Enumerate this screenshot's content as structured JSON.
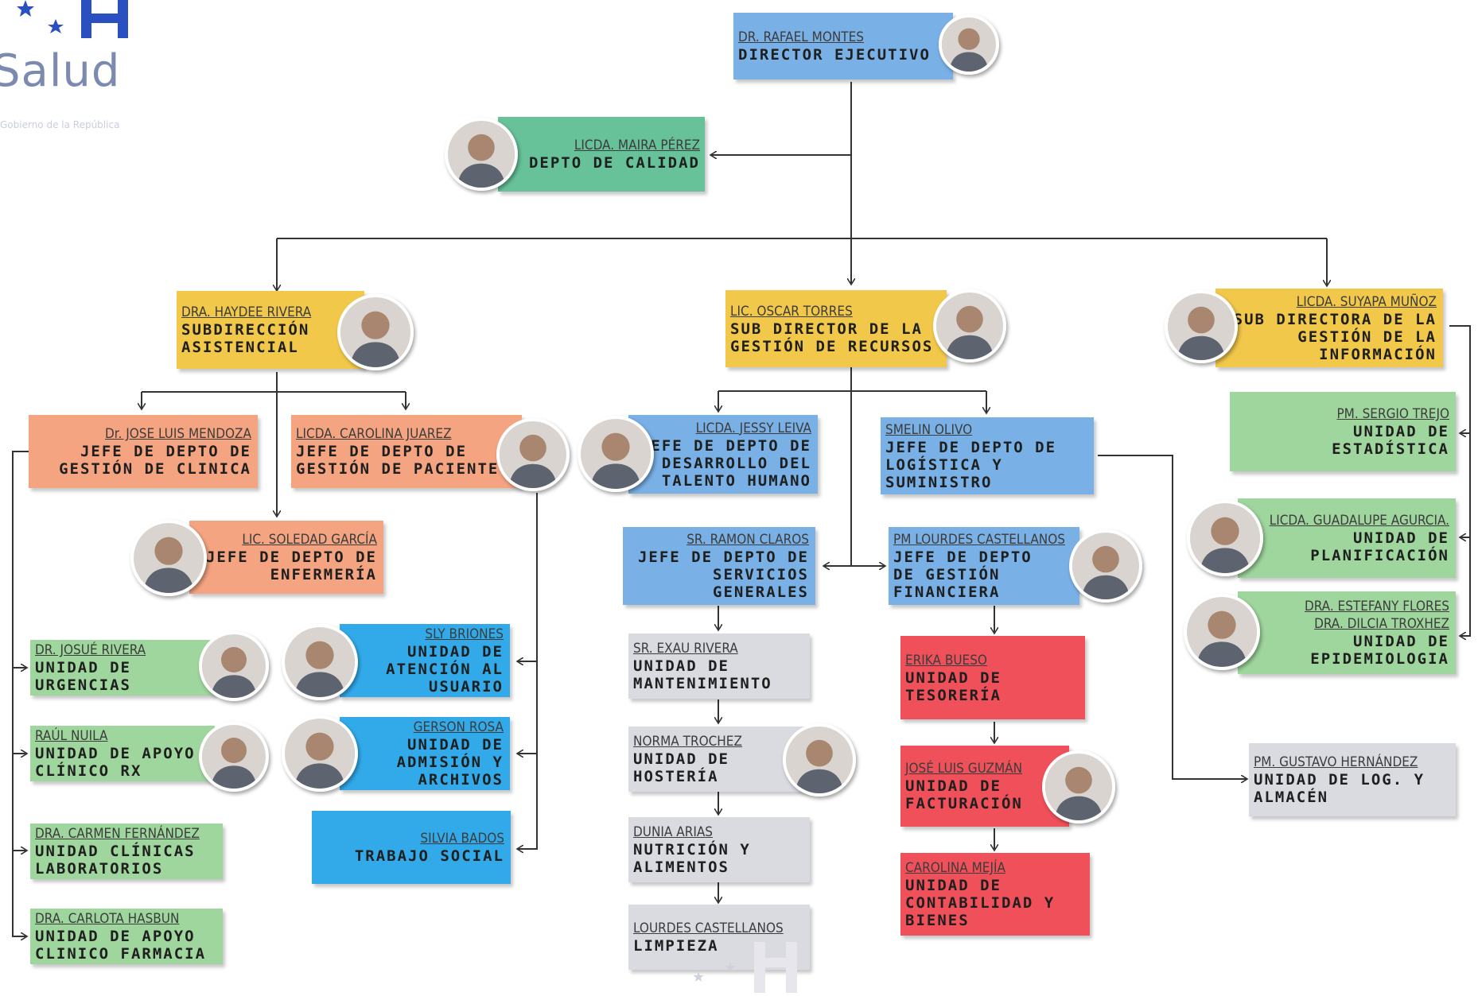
{
  "logo": {
    "wordmark": "Salud",
    "tagline": "Gobierno de la República"
  },
  "colors": {
    "blue": "#79b0e6",
    "green": "#67c29a",
    "yellow": "#f2c84b",
    "salmon": "#f5a482",
    "lightgreen": "#9fd69d",
    "cyan": "#32aaea",
    "gray": "#d9dbe1",
    "red": "#f0505a",
    "line": "#333333"
  },
  "nodes": {
    "director": {
      "name": "DR. RAFAEL MONTES",
      "role": [
        "DIRECTOR EJECUTIVO"
      ]
    },
    "calidad": {
      "name": "LICDA. MAIRA PÉREZ",
      "role": [
        "DEPTO DE CALIDAD"
      ]
    },
    "asistencial": {
      "name": "DRA. HAYDEE RIVERA",
      "role": [
        "SUBDIRECCIÓN",
        "ASISTENCIAL"
      ]
    },
    "recursos": {
      "name": "LIC. OSCAR TORRES",
      "role": [
        "SUB DIRECTOR DE LA",
        "GESTIÓN DE RECURSOS"
      ]
    },
    "informacion": {
      "name": "LICDA. SUYAPA MUÑOZ",
      "role": [
        "SUB DIRECTORA DE LA",
        "GESTIÓN DE LA",
        "INFORMACIÓN"
      ]
    },
    "clinica": {
      "name": "Dr. JOSE LUIS MENDOZA",
      "role": [
        "JEFE DE DEPTO DE",
        "GESTIÓN DE CLINICA"
      ]
    },
    "paciente": {
      "name": "LICDA. CAROLINA JUAREZ",
      "role": [
        "JEFE DE DEPTO DE",
        "GESTIÓN DE PACIENTE"
      ]
    },
    "enfermeria": {
      "name": "LIC. SOLEDAD GARCÍA",
      "role": [
        "JEFE DE DEPTO DE",
        "ENFERMERÍA"
      ]
    },
    "urgencias": {
      "name": "DR. JOSUÉ RIVERA",
      "role": [
        "UNIDAD DE",
        "URGENCIAS"
      ]
    },
    "rx": {
      "name": "RAÚL NUILA",
      "role": [
        "UNIDAD DE APOYO",
        "CLÍNICO RX"
      ]
    },
    "laboratorios": {
      "name": "DRA. CARMEN FERNÁNDEZ",
      "role": [
        "UNIDAD CLÍNICAS",
        "LABORATORIOS"
      ]
    },
    "farmacia": {
      "name": "DRA. CARLOTA HASBUN",
      "role": [
        "UNIDAD DE APOYO",
        "CLINICO FARMACIA"
      ]
    },
    "atencion": {
      "name": "SLY BRIONES",
      "role": [
        "UNIDAD DE",
        "ATENCIÓN AL",
        "USUARIO"
      ]
    },
    "admision": {
      "name": "GERSON ROSA",
      "role": [
        "UNIDAD DE",
        "ADMISIÓN Y",
        "ARCHIVOS"
      ]
    },
    "social": {
      "name": "SILVIA BADOS",
      "role": [
        "TRABAJO SOCIAL"
      ]
    },
    "talento": {
      "name": "LICDA. JESSY LEIVA",
      "role": [
        "JEFE DE DEPTO DE",
        "DESARROLLO DEL",
        "TALENTO HUMANO"
      ]
    },
    "logistica": {
      "name": "SMELIN OLIVO",
      "role": [
        "JEFE DE DEPTO DE",
        "LOGÍSTICA Y",
        "SUMINISTRO"
      ]
    },
    "servicios": {
      "name": "SR. RAMON CLAROS",
      "role": [
        "JEFE DE DEPTO DE",
        "SERVICIOS",
        "GENERALES"
      ]
    },
    "financiera": {
      "name": "PM LOURDES CASTELLANOS",
      "role": [
        "JEFE DE DEPTO",
        "DE GESTIÓN",
        "FINANCIERA"
      ]
    },
    "mantenimiento": {
      "name": "SR. EXAU RIVERA",
      "role": [
        "UNIDAD DE",
        "MANTENIMIENTO"
      ]
    },
    "hosteria": {
      "name": "NORMA TROCHEZ",
      "role": [
        "UNIDAD DE",
        "HOSTERÍA"
      ]
    },
    "nutricion": {
      "name": "DUNIA ARIAS",
      "role": [
        "NUTRICIÓN Y",
        "ALIMENTOS"
      ]
    },
    "limpieza": {
      "name": "LOURDES CASTELLANOS",
      "role": [
        "LIMPIEZA"
      ]
    },
    "tesoreria": {
      "name": "ERIKA BUESO",
      "role": [
        "UNIDAD DE",
        "TESORERÍA"
      ]
    },
    "facturacion": {
      "name": "JOSÉ LUIS GUZMÁN",
      "role": [
        "UNIDAD DE",
        "FACTURACIÓN"
      ]
    },
    "contabilidad": {
      "name": "CAROLINA MEJÍA",
      "role": [
        "UNIDAD DE",
        "CONTABILIDAD Y",
        "BIENES"
      ]
    },
    "estadistica": {
      "name": "PM. SERGIO TREJO",
      "role": [
        "UNIDAD DE",
        "ESTADÍSTICA"
      ]
    },
    "planificacion": {
      "name": "LICDA. GUADALUPE AGURCIA.",
      "role": [
        "UNIDAD DE",
        "PLANIFICACIÓN"
      ]
    },
    "epidemiologia": {
      "name": [
        "DRA. ESTEFANY FLORES",
        "DRA. DILCIA TROXHEZ"
      ],
      "role": [
        "UNIDAD DE",
        "EPIDEMIOLOGIA"
      ]
    },
    "almacen": {
      "name": "PM. GUSTAVO HERNÁNDEZ",
      "role": [
        "UNIDAD DE LOG. Y",
        "ALMACÉN"
      ]
    }
  }
}
